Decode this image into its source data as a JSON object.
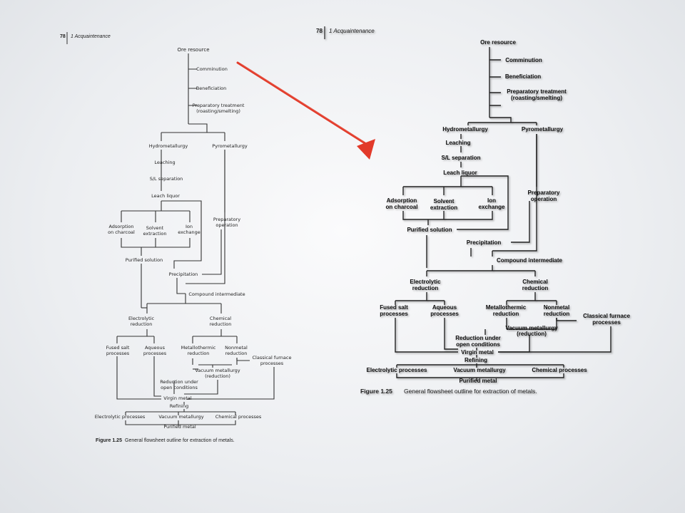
{
  "header": {
    "page_number": "78",
    "running_title": "1  Acquaintenance"
  },
  "flowsheet": {
    "ore_resource": "Ore resource",
    "comminution": "Comminution",
    "beneficiation": "Beneficiation",
    "preparatory_treatment": [
      "Preparatory treatment",
      "(roasting/smelting)"
    ],
    "hydrometallurgy": "Hydrometallurgy",
    "pyrometallurgy": "Pyrometallurgy",
    "leaching": "Leaching",
    "sl_separation": "S/L separation",
    "leach_liquor": "Leach liquor",
    "adsorption": [
      "Adsorption",
      "on charcoal"
    ],
    "solvent_extraction": [
      "Solvent",
      "extraction"
    ],
    "ion_exchange": [
      "Ion",
      "exchange"
    ],
    "preparatory_operation": [
      "Preparatory",
      "operation"
    ],
    "purified_solution": "Purified solution",
    "precipitation": "Precipitation",
    "compound_intermediate": "Compound intermediate",
    "electrolytic_reduction": [
      "Electrolytic",
      "reduction"
    ],
    "chemical_reduction": [
      "Chemical",
      "reduction"
    ],
    "fused_salt": [
      "Fused salt",
      "processes"
    ],
    "aqueous": [
      "Aqueous",
      "processes"
    ],
    "metallothermic": [
      "Metallothermic",
      "reduction"
    ],
    "nonmetal": [
      "Nonmetal",
      "reduction"
    ],
    "classical_furnace": [
      "Classical furnace",
      "processes"
    ],
    "vacuum_metallurgy_reduction": [
      "Vacuum metallurgy",
      "(reduction)"
    ],
    "reduction_open": [
      "Reduction under",
      "open conditions"
    ],
    "virgin_metal": "Virgin metal",
    "refining": "Refining",
    "electrolytic_processes": "Electrolytic processes",
    "vacuum_metallurgy": "Vacuum metallurgy",
    "chemical_processes": "Chemical processes",
    "purified_metal": "Purified metal"
  },
  "caption": {
    "label": "Figure 1.25",
    "text": "General flowsheet outline for extraction of metals."
  },
  "colors": {
    "arrow": "#e23a2a",
    "background": "#eceef1"
  }
}
